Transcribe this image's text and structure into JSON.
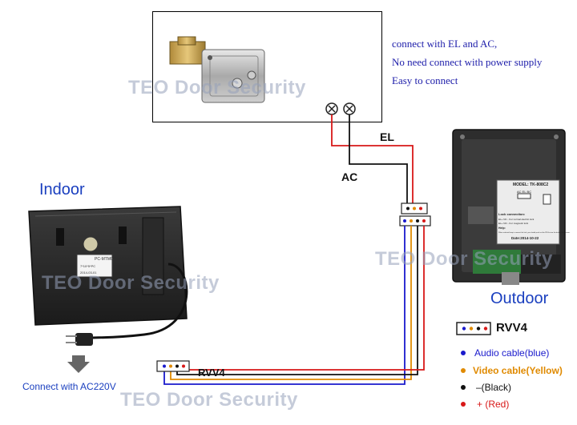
{
  "lock_notes": [
    "connect with EL and AC,",
    "No need connect with power supply",
    "Easy to connect"
  ],
  "labels": {
    "indoor": "Indoor",
    "outdoor": "Outdoor",
    "el": "EL",
    "ac": "AC",
    "rvv4_bottom": "RVV4",
    "connect_ac": "Connect with AC220V"
  },
  "watermarks": [
    "TEO Door Security",
    "TEO Door Security",
    "TEO Door Security",
    "TEO Door Security"
  ],
  "outdoor_plate": {
    "model": "MODEL: TK-808C2",
    "terminals": "AC EL BC",
    "lock_title": "Lock connection:",
    "lock_line1": "EL+  NC - For normal electric lock",
    "lock_line2": "EL+  NO - For magnetic lock",
    "help": "Help:",
    "help_line": "When selected keep to connect the lock, you should push out the PIN first on the button, right corner.",
    "date": "Date:2014-10-22"
  },
  "indoor_plate": {
    "model": "PC-MTMG",
    "label2": "7*10*5*PC",
    "label3": "2014-03-01"
  },
  "legend": {
    "title": "RVV4",
    "items": [
      {
        "text": "Audio cable(blue)",
        "color": "#1a1acc",
        "dot": "#1a1acc"
      },
      {
        "text": "Video cable(Yellow)",
        "color": "#e08a00",
        "dot": "#e08a00"
      },
      {
        "text": "–(Black)",
        "color": "#111111",
        "dot": "#111111"
      },
      {
        "text": "+ (Red)",
        "color": "#d81818",
        "dot": "#d81818"
      }
    ]
  },
  "colors": {
    "blue": "#1a1acc",
    "yellow": "#e08a00",
    "black": "#111111",
    "red": "#d81818",
    "label_blue": "#1a3fbf"
  }
}
